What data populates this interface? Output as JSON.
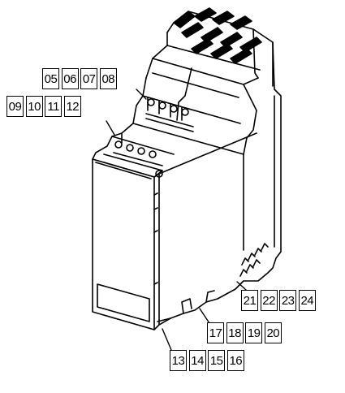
{
  "terminal_groups": {
    "top": [
      "05",
      "06",
      "07",
      "08"
    ],
    "left": [
      "09",
      "10",
      "11",
      "12"
    ],
    "right": [
      "21",
      "22",
      "23",
      "24"
    ],
    "mid": [
      "17",
      "18",
      "19",
      "20"
    ],
    "bottom": [
      "13",
      "14",
      "15",
      "16"
    ]
  }
}
